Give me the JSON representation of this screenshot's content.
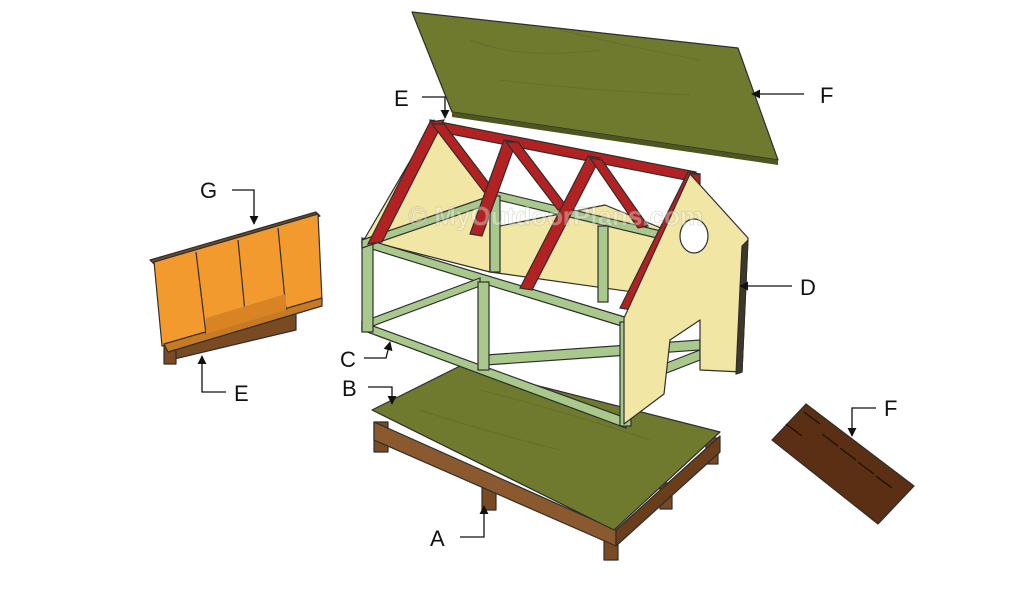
{
  "watermark": "© MyOutdoorPlans.com",
  "labels": {
    "roof_panel_f": "F",
    "rafters_e": "E",
    "nesting_box_top_g": "G",
    "nesting_box_base_e": "E",
    "side_wall_d": "D",
    "frame_c": "C",
    "floor_b": "B",
    "floor_supports_a": "A",
    "ramp_f": "F"
  },
  "colors": {
    "plywood": "#6f7a2e",
    "frame": "#a9c98c",
    "rafters": "#b32222",
    "walls": "#f2e6a4",
    "nest_box": "#f39a2e",
    "lumber": "#7a4a22",
    "ramp": "#5a2f14"
  }
}
